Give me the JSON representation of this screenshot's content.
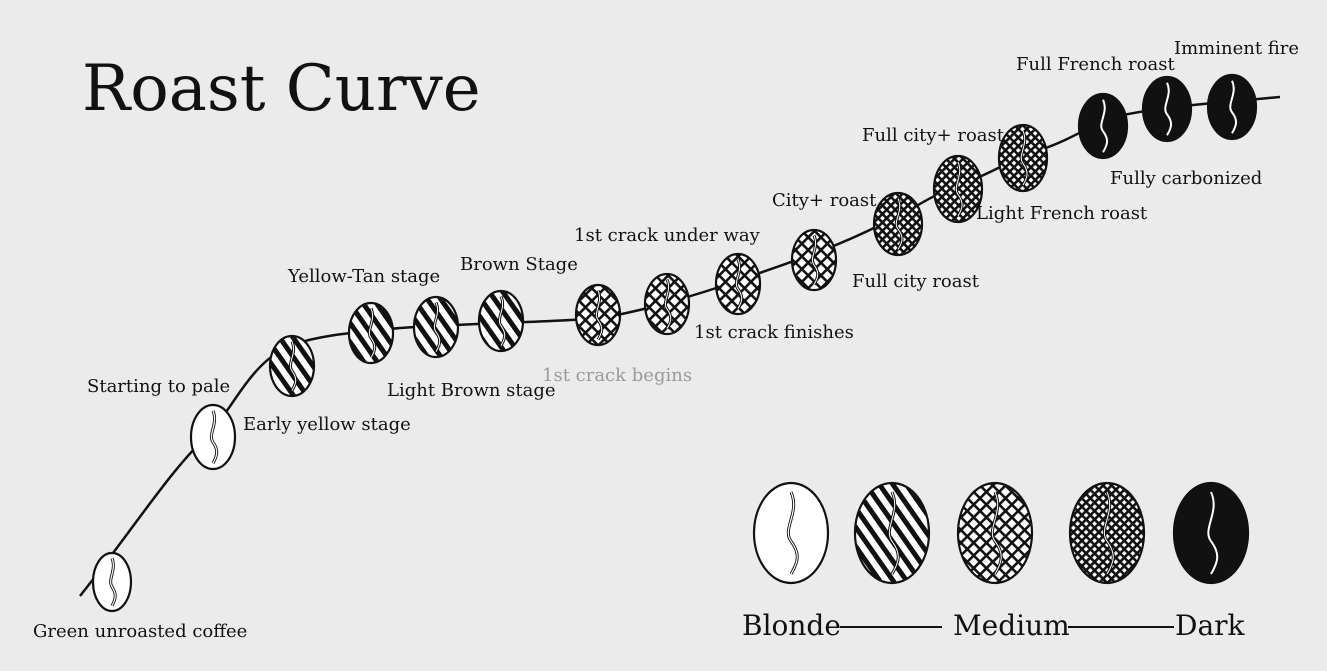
{
  "title": "Roast Curve",
  "stages": [
    {
      "id": "green",
      "label": "Green unroasted coffee",
      "fill": "blank"
    },
    {
      "id": "pale",
      "label": "Starting to pale",
      "fill": "blank"
    },
    {
      "id": "early-yellow",
      "label": "Early yellow stage",
      "fill": "stripe"
    },
    {
      "id": "yellow-tan",
      "label": "Yellow-Tan stage",
      "fill": "stripe"
    },
    {
      "id": "light-brown",
      "label": "Light Brown stage",
      "fill": "stripe"
    },
    {
      "id": "brown",
      "label": "Brown Stage",
      "fill": "stripe"
    },
    {
      "id": "first-crack-begins",
      "label": "1st crack begins",
      "fill": "cross",
      "muted": true
    },
    {
      "id": "first-crack-under-way",
      "label": "1st crack under way",
      "fill": "cross"
    },
    {
      "id": "first-crack-finishes",
      "label": "1st crack finishes",
      "fill": "cross"
    },
    {
      "id": "city-plus",
      "label": "City+ roast",
      "fill": "cross"
    },
    {
      "id": "full-city",
      "label": "Full city roast",
      "fill": "dense"
    },
    {
      "id": "full-city-plus",
      "label": "Full city+ roast",
      "fill": "dense"
    },
    {
      "id": "light-french",
      "label": "Light French roast",
      "fill": "dense"
    },
    {
      "id": "full-french",
      "label": "Full French roast",
      "fill": "solid"
    },
    {
      "id": "fully-carbonized",
      "label": "Fully carbonized",
      "fill": "solid"
    },
    {
      "id": "imminent-fire",
      "label": "Imminent fire",
      "fill": "solid"
    }
  ],
  "legend": {
    "fills": [
      "blank",
      "stripe",
      "cross",
      "dense",
      "solid"
    ],
    "labels": {
      "blonde": "Blonde",
      "medium": "Medium",
      "dark": "Dark"
    }
  },
  "colors": {
    "background": "#ebebeb",
    "ink": "#111111",
    "muted": "#9a9a9a"
  }
}
